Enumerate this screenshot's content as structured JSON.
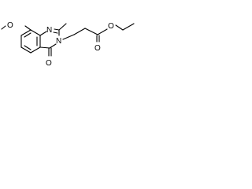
{
  "structure": {
    "atoms": {
      "o_methoxy": "O",
      "n_upper": "N",
      "n_ring": "N",
      "o_ketone": "O",
      "o_carbonyl": "O",
      "o_ester": "O"
    },
    "colors": {
      "bond": "#000000",
      "text": "#000000",
      "background": "#ffffff"
    }
  }
}
